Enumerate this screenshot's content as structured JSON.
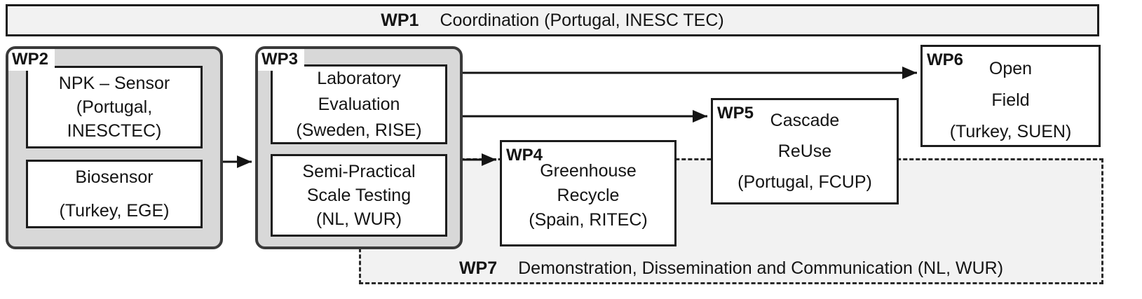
{
  "colors": {
    "border": "#1c1c1c",
    "group_fill": "#d8d8d8",
    "light_fill": "#f2f2f2",
    "box_fill": "#ffffff"
  },
  "wp1": {
    "id": "WP1",
    "label": "Coordination (Portugal, INESC TEC)"
  },
  "wp2": {
    "id": "WP2",
    "boxes": [
      {
        "lines": [
          "NPK – Sensor",
          "(Portugal,",
          "INESCTEC)"
        ]
      },
      {
        "lines": [
          "Biosensor",
          "(Turkey, EGE)"
        ]
      }
    ]
  },
  "wp3": {
    "id": "WP3",
    "boxes": [
      {
        "lines": [
          "Laboratory",
          "Evaluation",
          "(Sweden, RISE)"
        ]
      },
      {
        "lines": [
          "Semi-Practical",
          "Scale Testing",
          "(NL, WUR)"
        ]
      }
    ]
  },
  "wp4": {
    "id": "WP4",
    "lines": [
      "Greenhouse",
      "Recycle",
      "(Spain, RITEC)"
    ]
  },
  "wp5": {
    "id": "WP5",
    "lines": [
      "Cascade",
      "ReUse",
      "(Portugal, FCUP)"
    ]
  },
  "wp6": {
    "id": "WP6",
    "lines": [
      "Open",
      "Field",
      "(Turkey, SUEN)"
    ]
  },
  "wp7": {
    "id": "WP7",
    "label": "Demonstration, Dissemination and Communication (NL, WUR)"
  }
}
